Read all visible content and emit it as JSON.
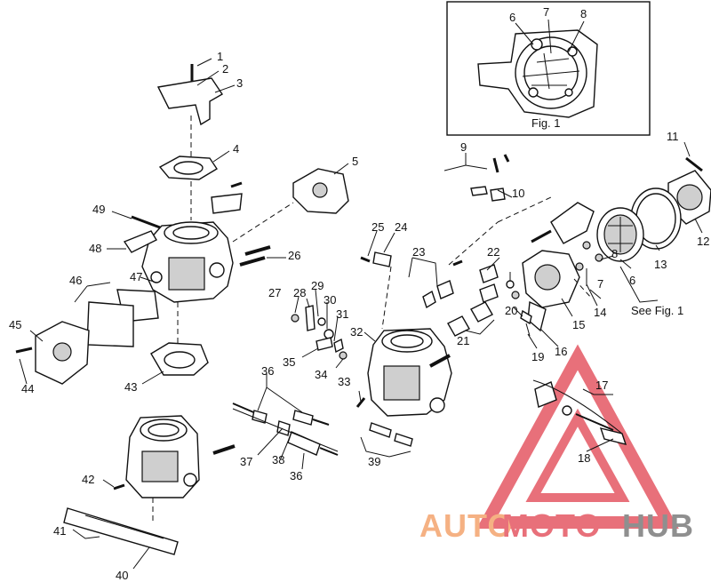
{
  "figure_caption": "Fig. 1",
  "see_note": "See Fig. 1",
  "watermark": {
    "part1": "AUTO",
    "part2": "MOTO",
    "part3": "HUB"
  },
  "colors": {
    "logo_orange": "#f5b183",
    "logo_red": "#e8707a",
    "logo_gray": "#8f8f8f",
    "line": "#111111"
  },
  "callouts": {
    "n1": "1",
    "n2": "2",
    "n3": "3",
    "n4": "4",
    "n5": "5",
    "n6": "6",
    "n7": "7",
    "n8": "8",
    "n9": "9",
    "n10": "10",
    "n11": "11",
    "n12": "12",
    "n13": "13",
    "n14": "14",
    "n15": "15",
    "n16": "16",
    "n17": "17",
    "n18": "18",
    "n19": "19",
    "n20": "20",
    "n21": "21",
    "n22": "22",
    "n23": "23",
    "n24": "24",
    "n25": "25",
    "n26": "26",
    "n27": "27",
    "n28": "28",
    "n29": "29",
    "n30": "30",
    "n31": "31",
    "n32": "32",
    "n33": "33",
    "n34": "34",
    "n35": "35",
    "n36": "36",
    "n37": "37",
    "n38": "38",
    "n39": "39",
    "n40": "40",
    "n41": "41",
    "n42": "42",
    "n43": "43",
    "n44": "44",
    "n45": "45",
    "n46": "46",
    "n47": "47",
    "n48": "48",
    "n49": "49",
    "fig_n6": "6",
    "fig_n7": "7",
    "fig_n8": "8",
    "n6b": "6",
    "n7b": "7",
    "n8b": "8",
    "n36b": "36"
  }
}
